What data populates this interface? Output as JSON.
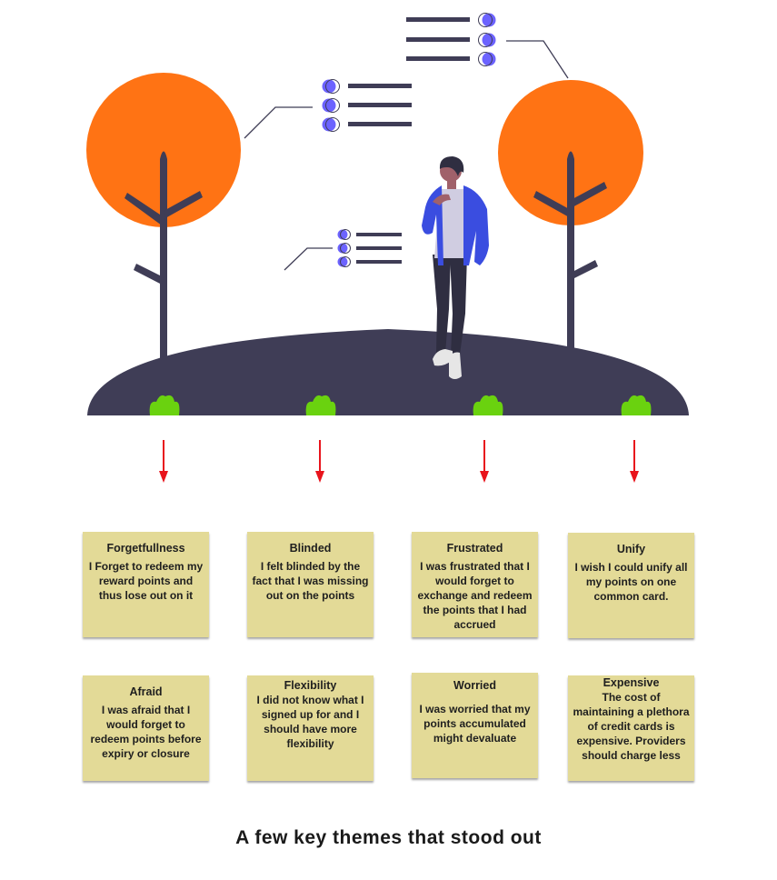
{
  "colors": {
    "tree_canopy": "#ff7314",
    "tree_trunk": "#3f3d56",
    "hill": "#3f3d56",
    "bush": "#6ad20f",
    "arrow": "#e8141c",
    "bullet": "#6c63ff",
    "jacket": "#3a4de0",
    "note": "#e3da97"
  },
  "notes": [
    {
      "title": "Forgetfullness",
      "text": "I Forget to redeem my reward points and thus lose out on it"
    },
    {
      "title": "Blinded",
      "text": "I felt blinded by the fact that I was missing out on the points"
    },
    {
      "title": "Frustrated",
      "text": "I was frustrated that I would forget to exchange and redeem the points that I had accrued"
    },
    {
      "title": "Unify",
      "text": "I wish I could unify all my points on one common card."
    },
    {
      "title": "Afraid",
      "text": "I was afraid that I would forget to redeem points before expiry or closure"
    },
    {
      "title": "Flexibility",
      "text": "I did not know what I signed up for and I should have more flexibility"
    },
    {
      "title": "Worried",
      "text": "I was worried that my points accumulated might devaluate"
    },
    {
      "title": "Expensive",
      "text": "The cost of maintaining a plethora of credit cards is expensive. Providers should charge less"
    }
  ],
  "caption": "A few key themes that stood out"
}
